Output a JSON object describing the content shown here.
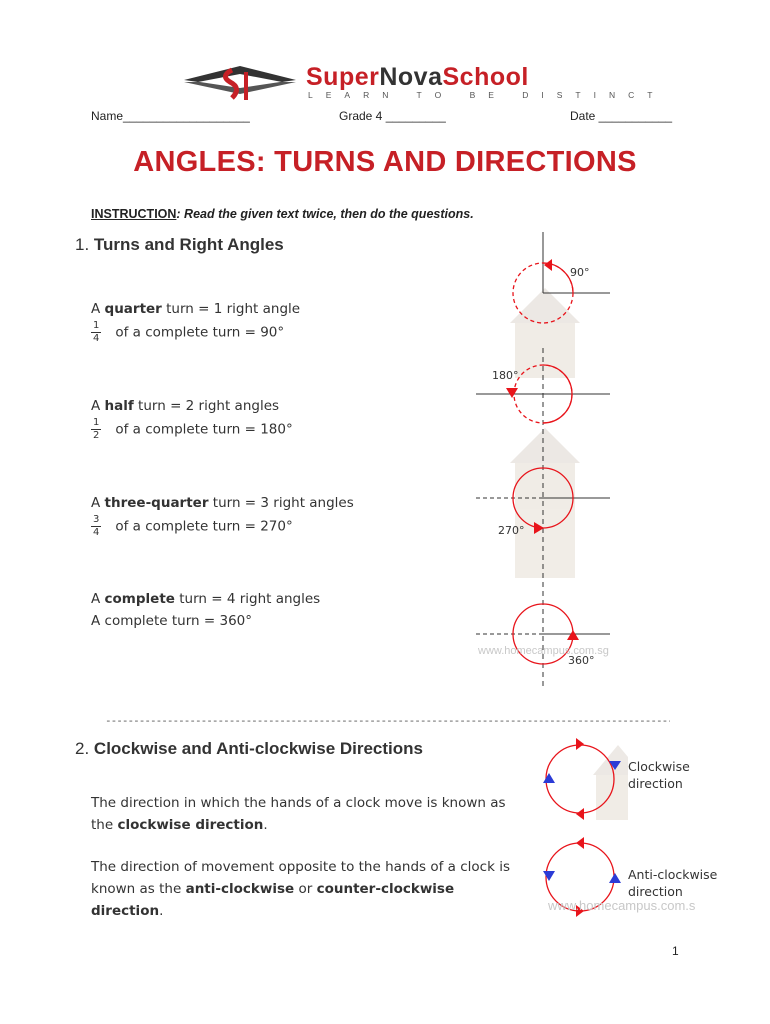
{
  "header": {
    "brand_part1": "Super",
    "brand_part2": "Nova",
    "brand_part3": "School",
    "tagline": "LEARN TO BE DISTINCT",
    "name_label": "Name___________________",
    "grade_label": "Grade 4 _________",
    "date_label": "Date ___________"
  },
  "title": "ANGLES: TURNS AND DIRECTIONS",
  "instruction": {
    "label": "INSTRUCTION",
    "text": ": Read the given text twice, then do the questions."
  },
  "section1": {
    "number": "1.",
    "heading": "Turns and Right Angles",
    "items": [
      {
        "pre": "A ",
        "bold": "quarter",
        "post": " turn  =  1 right angle",
        "frac_num": "1",
        "frac_den": "4",
        "frac_text": "of a complete turn  =  90°"
      },
      {
        "pre": "A ",
        "bold": "half",
        "post": " turn  =  2 right angles",
        "frac_num": "1",
        "frac_den": "2",
        "frac_text": "of a complete turn  =  180°"
      },
      {
        "pre": "A ",
        "bold": "three-quarter",
        "post": " turn  =  3 right angles",
        "frac_num": "3",
        "frac_den": "4",
        "frac_text": "of a complete turn  =  270°"
      },
      {
        "pre": "A ",
        "bold": "complete",
        "post": " turn  =  4 right angles",
        "line2": "A complete turn  =  360°"
      }
    ],
    "diagram_labels": [
      "90°",
      "180°",
      "270°",
      "360°"
    ],
    "watermark": "www.homecampus.com.sg"
  },
  "divider": "--------------------------------------------------------------------------------------------------------",
  "section2": {
    "number": "2.",
    "heading": "Clockwise and Anti-clockwise Directions",
    "para1_pre": "The direction in which the hands of a clock move is known as the ",
    "para1_bold": "clockwise direction",
    "para1_post": ".",
    "para2_pre": "The direction of movement opposite to the hands of a clock is known as the ",
    "para2_bold1": "anti-clockwise",
    "para2_mid": " or ",
    "para2_bold2": "counter-clockwise direction",
    "para2_post": ".",
    "clockwise_label_1": "Clockwise",
    "clockwise_label_2": "direction",
    "anticlockwise_label_1": "Anti-clockwise",
    "anticlockwise_label_2": "direction",
    "watermark": "www.homecampus.com.s"
  },
  "page_number": "1",
  "colors": {
    "accent": "#c62026",
    "arrow_red": "#e8141b",
    "arrow_blue": "#2b3bd6"
  }
}
